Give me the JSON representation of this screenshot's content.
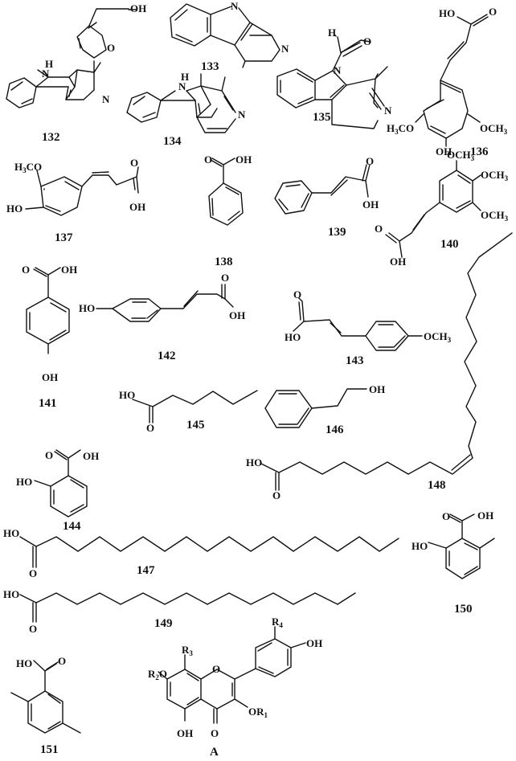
{
  "figure": {
    "type": "chemical-structures",
    "background": "#ffffff",
    "ink": "#111111"
  },
  "compounds": [
    {
      "id": "132",
      "atoms": [
        "OH",
        "O",
        "H",
        "N",
        "N"
      ]
    },
    {
      "id": "133",
      "atoms": [
        "N",
        "N"
      ]
    },
    {
      "id": "134",
      "atoms": [
        "H",
        "N",
        "N"
      ]
    },
    {
      "id": "135",
      "atoms": [
        "H",
        "O",
        "N",
        "N"
      ]
    },
    {
      "id": "136",
      "atoms": [
        "HO",
        "O",
        "H3CO",
        "OCH3",
        "OH"
      ]
    },
    {
      "id": "137",
      "atoms": [
        "H3CO",
        "HO",
        "O",
        "OH"
      ]
    },
    {
      "id": "138",
      "atoms": [
        "O",
        "OH"
      ]
    },
    {
      "id": "139",
      "atoms": [
        "O",
        "OH"
      ]
    },
    {
      "id": "140",
      "atoms": [
        "OCH3",
        "OCH3",
        "OCH3",
        "O",
        "OH"
      ]
    },
    {
      "id": "141",
      "atoms": [
        "O",
        "OH",
        "OH"
      ]
    },
    {
      "id": "142",
      "atoms": [
        "HO",
        "O",
        "OH"
      ]
    },
    {
      "id": "143",
      "atoms": [
        "O",
        "HO",
        "OCH3"
      ]
    },
    {
      "id": "144",
      "atoms": [
        "O",
        "OH",
        "HO"
      ]
    },
    {
      "id": "145",
      "atoms": [
        "HO",
        "O"
      ]
    },
    {
      "id": "146",
      "atoms": [
        "OH"
      ]
    },
    {
      "id": "147",
      "atoms": [
        "HO",
        "O"
      ]
    },
    {
      "id": "148",
      "atoms": [
        "HO",
        "O"
      ]
    },
    {
      "id": "149",
      "atoms": [
        "HO",
        "O"
      ]
    },
    {
      "id": "150",
      "atoms": [
        "O",
        "OH",
        "HO"
      ]
    },
    {
      "id": "151",
      "atoms": [
        "HO",
        "O"
      ]
    },
    {
      "id": "A",
      "atoms": [
        "R4",
        "OH",
        "R3",
        "R2O",
        "O",
        "OR1",
        "OH",
        "O"
      ]
    }
  ],
  "labels": {
    "c132": "132",
    "c133": "133",
    "c134": "134",
    "c135": "135",
    "c136": "136",
    "c137": "137",
    "c138": "138",
    "c139": "139",
    "c140": "140",
    "c141": "141",
    "c142": "142",
    "c143": "143",
    "c144": "144",
    "c145": "145",
    "c146": "146",
    "c147": "147",
    "c148": "148",
    "c149": "149",
    "c150": "150",
    "c151": "151",
    "cA": "A"
  },
  "atoms": {
    "OH": "OH",
    "HO": "HO",
    "O": "O",
    "N": "N",
    "H": "H",
    "H3": "H",
    "C3": "C",
    "O3": "O",
    "OCH": "OCH",
    "CH3": "3",
    "R": "R",
    "R1": "1",
    "R2": "2",
    "R3": "3",
    "R4": "4"
  }
}
